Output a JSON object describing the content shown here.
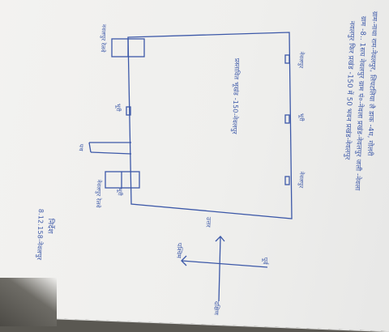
{
  "header": {
    "line1": "ग्राम-नाथा राम-नेवलपुर, लिपटलिया लै डाक -4घ, गोलरी",
    "line2": "ग्राम -8.. 1सघ नेवलपुर ग्राम पं०-नेवला प्रखंड-नेवलपुर जली -नेवला",
    "line3": "नवलपुर फिर प्रखंड -150 में 50 भवन प्रखंड-नेवलपुर"
  },
  "plot": {
    "center_label": "प्रस्तावित भूखंड -150-नेवलपुर",
    "left_top_label": "भूरी",
    "left_mid_label": "भूरी",
    "left_bottom_label": "भूरी",
    "top_side_label": "नेवलपुर",
    "bottom_side_label": "नेवलपुर",
    "top_left_outside": "नवलपुर रेलवे",
    "bottom_left_outside": "नेवलपुर रेलवे",
    "lane_label": "पथ"
  },
  "compass": {
    "north": "उत्तर",
    "south": "दक्षिण",
    "east": "पूर्व",
    "west": "पश्चिम"
  },
  "signature": {
    "text": "निर्देश",
    "id_line": "8.12.158-नेवलपुर"
  }
}
